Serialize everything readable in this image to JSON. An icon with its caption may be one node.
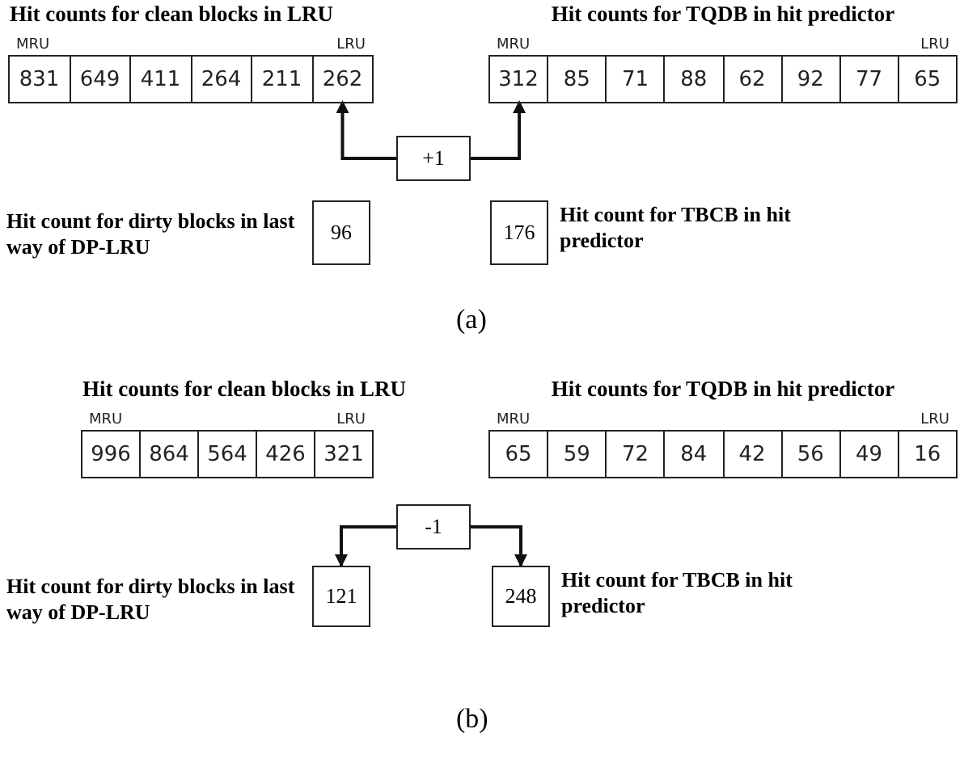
{
  "diagram": {
    "nodes": [
      {
        "text": [
          "Hit counts for clean blocks in LRU"
        ]
      },
      {
        "text": [
          "831"
        ],
        "in": 0,
        "beside": [
          "MRU"
        ]
      },
      {
        "text": [
          "649"
        ],
        "in": 0
      },
      {
        "text": [
          "411"
        ],
        "in": 0
      },
      {
        "text": [
          "264"
        ],
        "in": 0
      },
      {
        "text": [
          "211"
        ],
        "in": 0
      },
      {
        "text": [
          "262"
        ],
        "in": 0,
        "beside": [
          "LRU"
        ]
      },
      {
        "text": [
          "Hit counts for TQDB in hit predictor"
        ]
      },
      {
        "text": [
          "312"
        ],
        "in": 7,
        "beside": [
          "MRU"
        ]
      },
      {
        "text": [
          "85"
        ],
        "in": 7
      },
      {
        "text": [
          "71"
        ],
        "in": 7
      },
      {
        "text": [
          "88"
        ],
        "in": 7
      },
      {
        "text": [
          "62"
        ],
        "in": 7
      },
      {
        "text": [
          "92"
        ],
        "in": 7
      },
      {
        "text": [
          "77"
        ],
        "in": 7
      },
      {
        "text": [
          "65"
        ],
        "in": 7,
        "beside": [
          "LRU"
        ]
      },
      {
        "text": [
          "+1"
        ]
      },
      {
        "text": [
          "96"
        ],
        "beside": [
          "Hit count for dirty blocks in last way of DP-LRU"
        ]
      },
      {
        "text": [
          "176"
        ],
        "beside": [
          "Hit count for TBCB in hit predictor"
        ]
      },
      {
        "text": [
          "Hit counts for clean blocks in LRU"
        ]
      },
      {
        "text": [
          "996"
        ],
        "in": 19,
        "beside": [
          "MRU"
        ]
      },
      {
        "text": [
          "864"
        ],
        "in": 19
      },
      {
        "text": [
          "564"
        ],
        "in": 19
      },
      {
        "text": [
          "426"
        ],
        "in": 19
      },
      {
        "text": [
          "321"
        ],
        "in": 19,
        "beside": [
          "LRU"
        ]
      },
      {
        "text": [
          "Hit counts for TQDB in hit predictor"
        ]
      },
      {
        "text": [
          "65"
        ],
        "in": 25,
        "beside": [
          "MRU"
        ]
      },
      {
        "text": [
          "59"
        ],
        "in": 25
      },
      {
        "text": [
          "72"
        ],
        "in": 25
      },
      {
        "text": [
          "84"
        ],
        "in": 25
      },
      {
        "text": [
          "42"
        ],
        "in": 25
      },
      {
        "text": [
          "56"
        ],
        "in": 25
      },
      {
        "text": [
          "49"
        ],
        "in": 25
      },
      {
        "text": [
          "16"
        ],
        "in": 25,
        "beside": [
          "LRU"
        ]
      },
      {
        "text": [
          "-1"
        ]
      },
      {
        "text": [
          "121"
        ],
        "beside": [
          "Hit count for dirty blocks in last way of DP-LRU"
        ]
      },
      {
        "text": [
          "248"
        ],
        "beside": [
          "Hit count for TBCB in hit predictor"
        ]
      }
    ],
    "edges": [
      {
        "from": 16,
        "to": 6,
        "arrow": "to"
      },
      {
        "from": 16,
        "to": 8,
        "arrow": "to"
      },
      {
        "from": 34,
        "to": 35,
        "arrow": "to"
      },
      {
        "from": 34,
        "to": 36,
        "arrow": "to"
      }
    ],
    "labels": [
      "(a)",
      "(b)"
    ]
  }
}
